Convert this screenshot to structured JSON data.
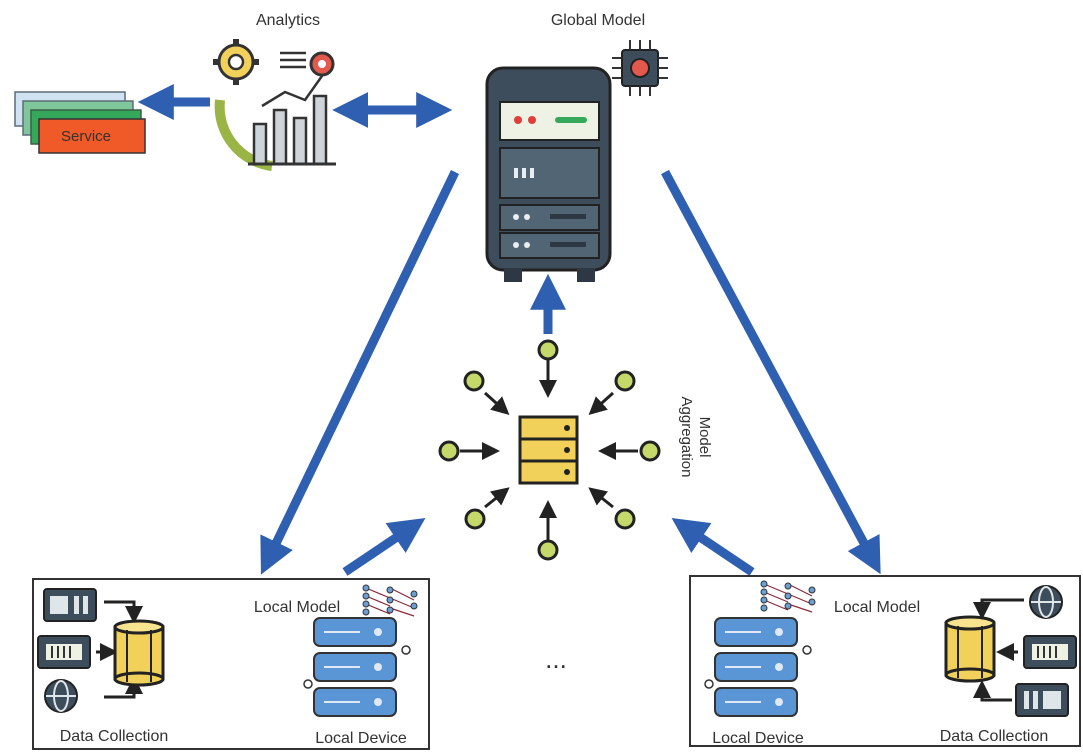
{
  "labels": {
    "analytics": "Analytics",
    "global_model": "Global Model",
    "service": "Service",
    "model_aggregation_line1": "Model",
    "model_aggregation_line2": "Aggregation",
    "ellipsis": "...",
    "left_local_model": "Local Model",
    "left_data_collection": "Data Collection",
    "left_local_device": "Local Device",
    "right_local_model": "Local Model",
    "right_local_device": "Local Device",
    "right_data_collection": "Data Collection"
  },
  "colors": {
    "arrow": "#2f5fb0",
    "server_dark": "#3e4d5c",
    "server_light": "#eef2e4",
    "db_yellow": "#f2d15a",
    "db_blue": "#5a95d6",
    "node_green": "#c4d96a",
    "service_orange": "#f05a28",
    "service_green": "#35a85c"
  },
  "icons": {
    "analytics": "analytics-chart-gear-icon",
    "global_model": "server-rack-icon",
    "chip": "neural-chip-icon",
    "aggregator": "aggregation-server-icon",
    "database": "database-cylinder-icon",
    "local_server": "local-server-stack-icon",
    "globe": "globe-icon",
    "camera": "camera-device-icon",
    "meter": "meter-device-icon"
  }
}
